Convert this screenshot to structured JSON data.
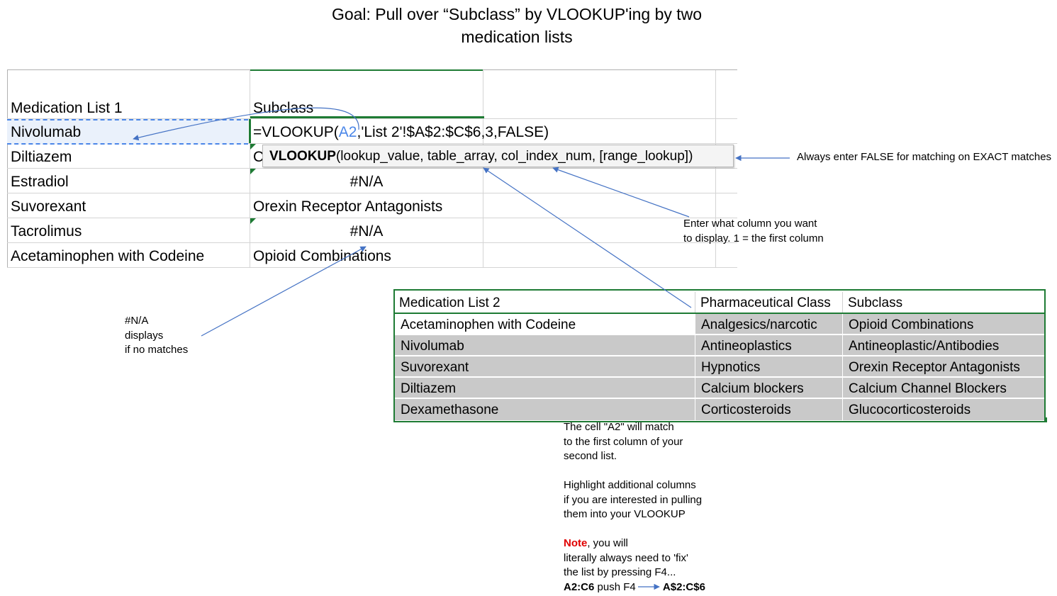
{
  "title": {
    "line1": "Goal: Pull over “Subclass” by VLOOKUP'ing by two",
    "line2": "medication lists"
  },
  "sheet1": {
    "header_a": "Medication List 1",
    "header_b": "Subclass",
    "formula_prefix": "=VLOOKUP(",
    "formula_ref": "A2",
    "formula_suffix": ",'List 2'!$A$2:$C$6,3,FALSE)",
    "tooltip_fn": "VLOOKUP",
    "tooltip_args": "(lookup_value, table_array, col_index_num, [range_lookup])",
    "rows": [
      {
        "a": "Nivolumab",
        "b": ""
      },
      {
        "a": "Diltiazem",
        "b": "C"
      },
      {
        "a": "Estradiol",
        "b": "#N/A"
      },
      {
        "a": "Suvorexant",
        "b": "Orexin Receptor Antagonists"
      },
      {
        "a": "Tacrolimus",
        "b": "#N/A"
      },
      {
        "a": "Acetaminophen with Codeine",
        "b": "Opioid Combinations"
      }
    ]
  },
  "sheet2": {
    "headers": [
      "Medication List 2",
      "Pharmaceutical Class",
      "Subclass"
    ],
    "rows": [
      [
        "Acetaminophen with Codeine",
        "Analgesics/narcotic",
        "Opioid Combinations"
      ],
      [
        "Nivolumab",
        "Antineoplastics",
        "Antineoplastic/Antibodies"
      ],
      [
        "Suvorexant",
        "Hypnotics",
        "Orexin Receptor Antagonists"
      ],
      [
        "Diltiazem",
        "Calcium blockers",
        "Calcium Channel Blockers"
      ],
      [
        "Dexamethasone",
        "Corticosteroids",
        "Glucocorticosteroids"
      ]
    ]
  },
  "annotations": {
    "false_note": "Always enter FALSE for matching on EXACT matches",
    "col_note_line1": "Enter what  column you want",
    "col_note_line2": "to display.  1 = the first column",
    "na_note_line1": "#N/A",
    "na_note_line2": "displays",
    "na_note_line3": "if no matches",
    "cell_note_line1": "The cell \"A2\" will match",
    "cell_note_line2": "to the first column of your",
    "cell_note_line3": "second list.",
    "highlight_line1": "Highlight additional columns",
    "highlight_line2": "if you are interested in pulling",
    "highlight_line3": "them into your VLOOKUP",
    "note_label": "Note",
    "note_line1_rest": ", you will",
    "note_line2": "literally always need to 'fix'",
    "note_line3": "the list by pressing F4...",
    "f4_from": "A2:C6",
    "f4_mid": " push F4 ",
    "f4_to": "A$2:C$6"
  },
  "colors": {
    "excel_green": "#1e7b34",
    "ref_blue": "#4a86e8",
    "arrow_blue": "#4472c4",
    "shade_gray": "#c9c9c9",
    "note_red": "#e00000"
  }
}
